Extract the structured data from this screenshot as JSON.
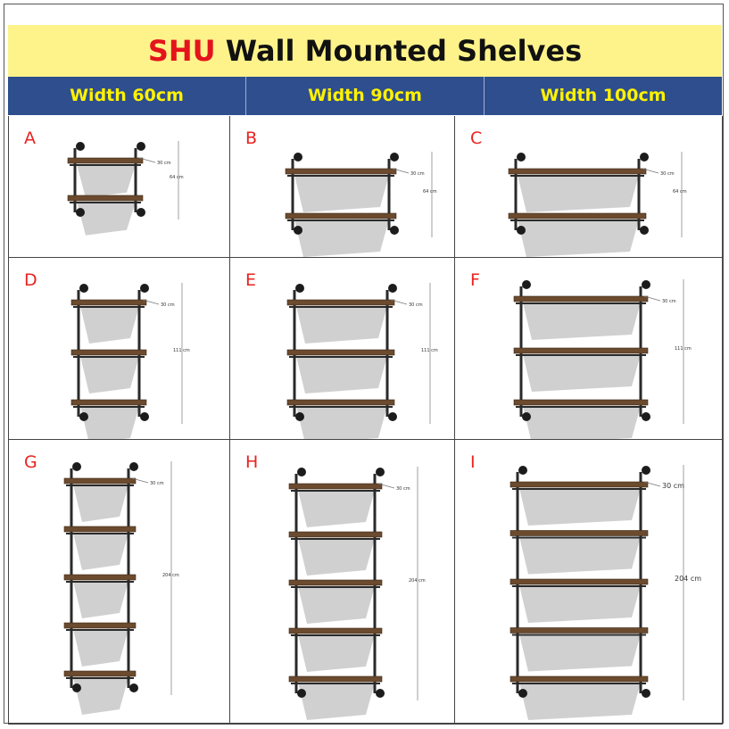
{
  "title": {
    "brand": "SHU",
    "rest": " Wall Mounted Shelves"
  },
  "columns": [
    "Width 60cm",
    "Width 90cm",
    "Width 100cm"
  ],
  "cells": [
    {
      "letter": "A",
      "width": "60",
      "shelves": 2,
      "depth_label": "30 cm",
      "height_label": "64 cm"
    },
    {
      "letter": "B",
      "width": "90",
      "shelves": 2,
      "depth_label": "30 cm",
      "height_label": "64 cm"
    },
    {
      "letter": "C",
      "width": "100",
      "shelves": 2,
      "depth_label": "30 cm",
      "height_label": "64 cm"
    },
    {
      "letter": "D",
      "width": "60",
      "shelves": 3,
      "depth_label": "30 cm",
      "height_label": "111 cm"
    },
    {
      "letter": "E",
      "width": "90",
      "shelves": 3,
      "depth_label": "30 cm",
      "height_label": "111 cm"
    },
    {
      "letter": "F",
      "width": "100",
      "shelves": 3,
      "depth_label": "30 cm",
      "height_label": "111 cm"
    },
    {
      "letter": "G",
      "width": "60",
      "shelves": 5,
      "depth_label": "30 cm",
      "height_label": "204 cm"
    },
    {
      "letter": "H",
      "width": "90",
      "shelves": 5,
      "depth_label": "30 cm",
      "height_label": "204 cm"
    },
    {
      "letter": "I",
      "width": "100",
      "shelves": 5,
      "depth_label": "30 cm",
      "height_label": "204 cm"
    }
  ]
}
